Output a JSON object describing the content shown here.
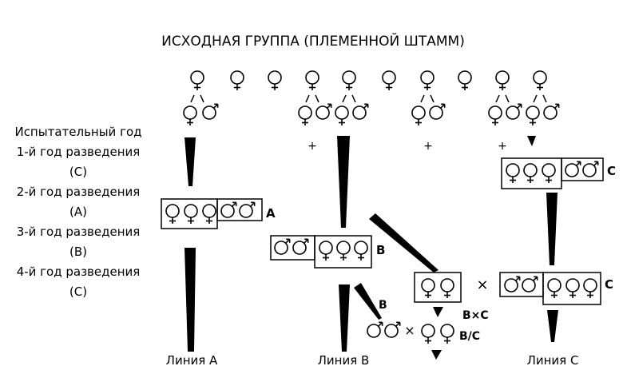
{
  "title": "ИСХОДНАЯ ГРУППА (ПЛЕМЕННОЙ ШТАММ)",
  "left_labels": [
    "Испытательный год",
    "1-й год разведения",
    "(С)",
    "2-й год разведения",
    "(А)",
    "3-й год разведения",
    "(В)",
    "4-й год разведения",
    "(С)"
  ],
  "group_labels": {
    "a": "A",
    "b": "B",
    "c_top": "C",
    "c_bottom": "C"
  },
  "cross_labels": {
    "bxc": "B×C",
    "b_branch": "B",
    "b_over_c": "B/C",
    "times": "×"
  },
  "plus_mark": "+",
  "line_labels": [
    "Линия A",
    "Линия B",
    "Линия C"
  ],
  "colors": {
    "ink": "#000000",
    "background": "#ffffff"
  }
}
